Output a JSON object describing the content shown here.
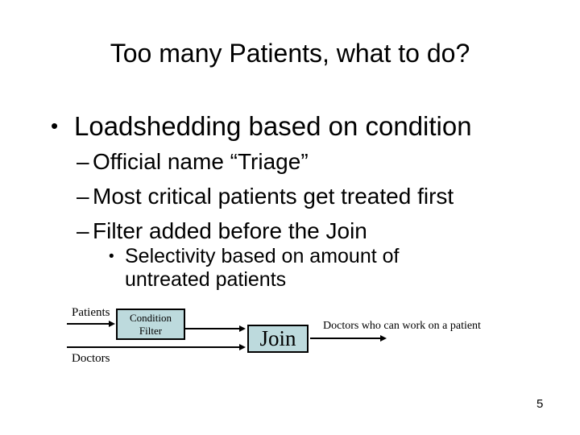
{
  "slide": {
    "title": "Too many Patients, what to do?",
    "page_number": "5",
    "bullets": {
      "l1_marker": "•",
      "l1": "Loadshedding based on condition",
      "l2_marker": "–",
      "l2": [
        "Official name “Triage”",
        "Most critical patients get treated first",
        "Filter added before the Join"
      ],
      "l3_marker": "•",
      "l3": "Selectivity based on amount of untreated patients"
    },
    "diagram": {
      "patients_label": "Patients",
      "doctors_label": "Doctors",
      "filter_box_label": "Condition Filter",
      "join_box_label": "Join",
      "output_label": "Doctors who can work on a patient",
      "box_fill_color": "#BDDADD",
      "line_color": "#000000"
    }
  }
}
